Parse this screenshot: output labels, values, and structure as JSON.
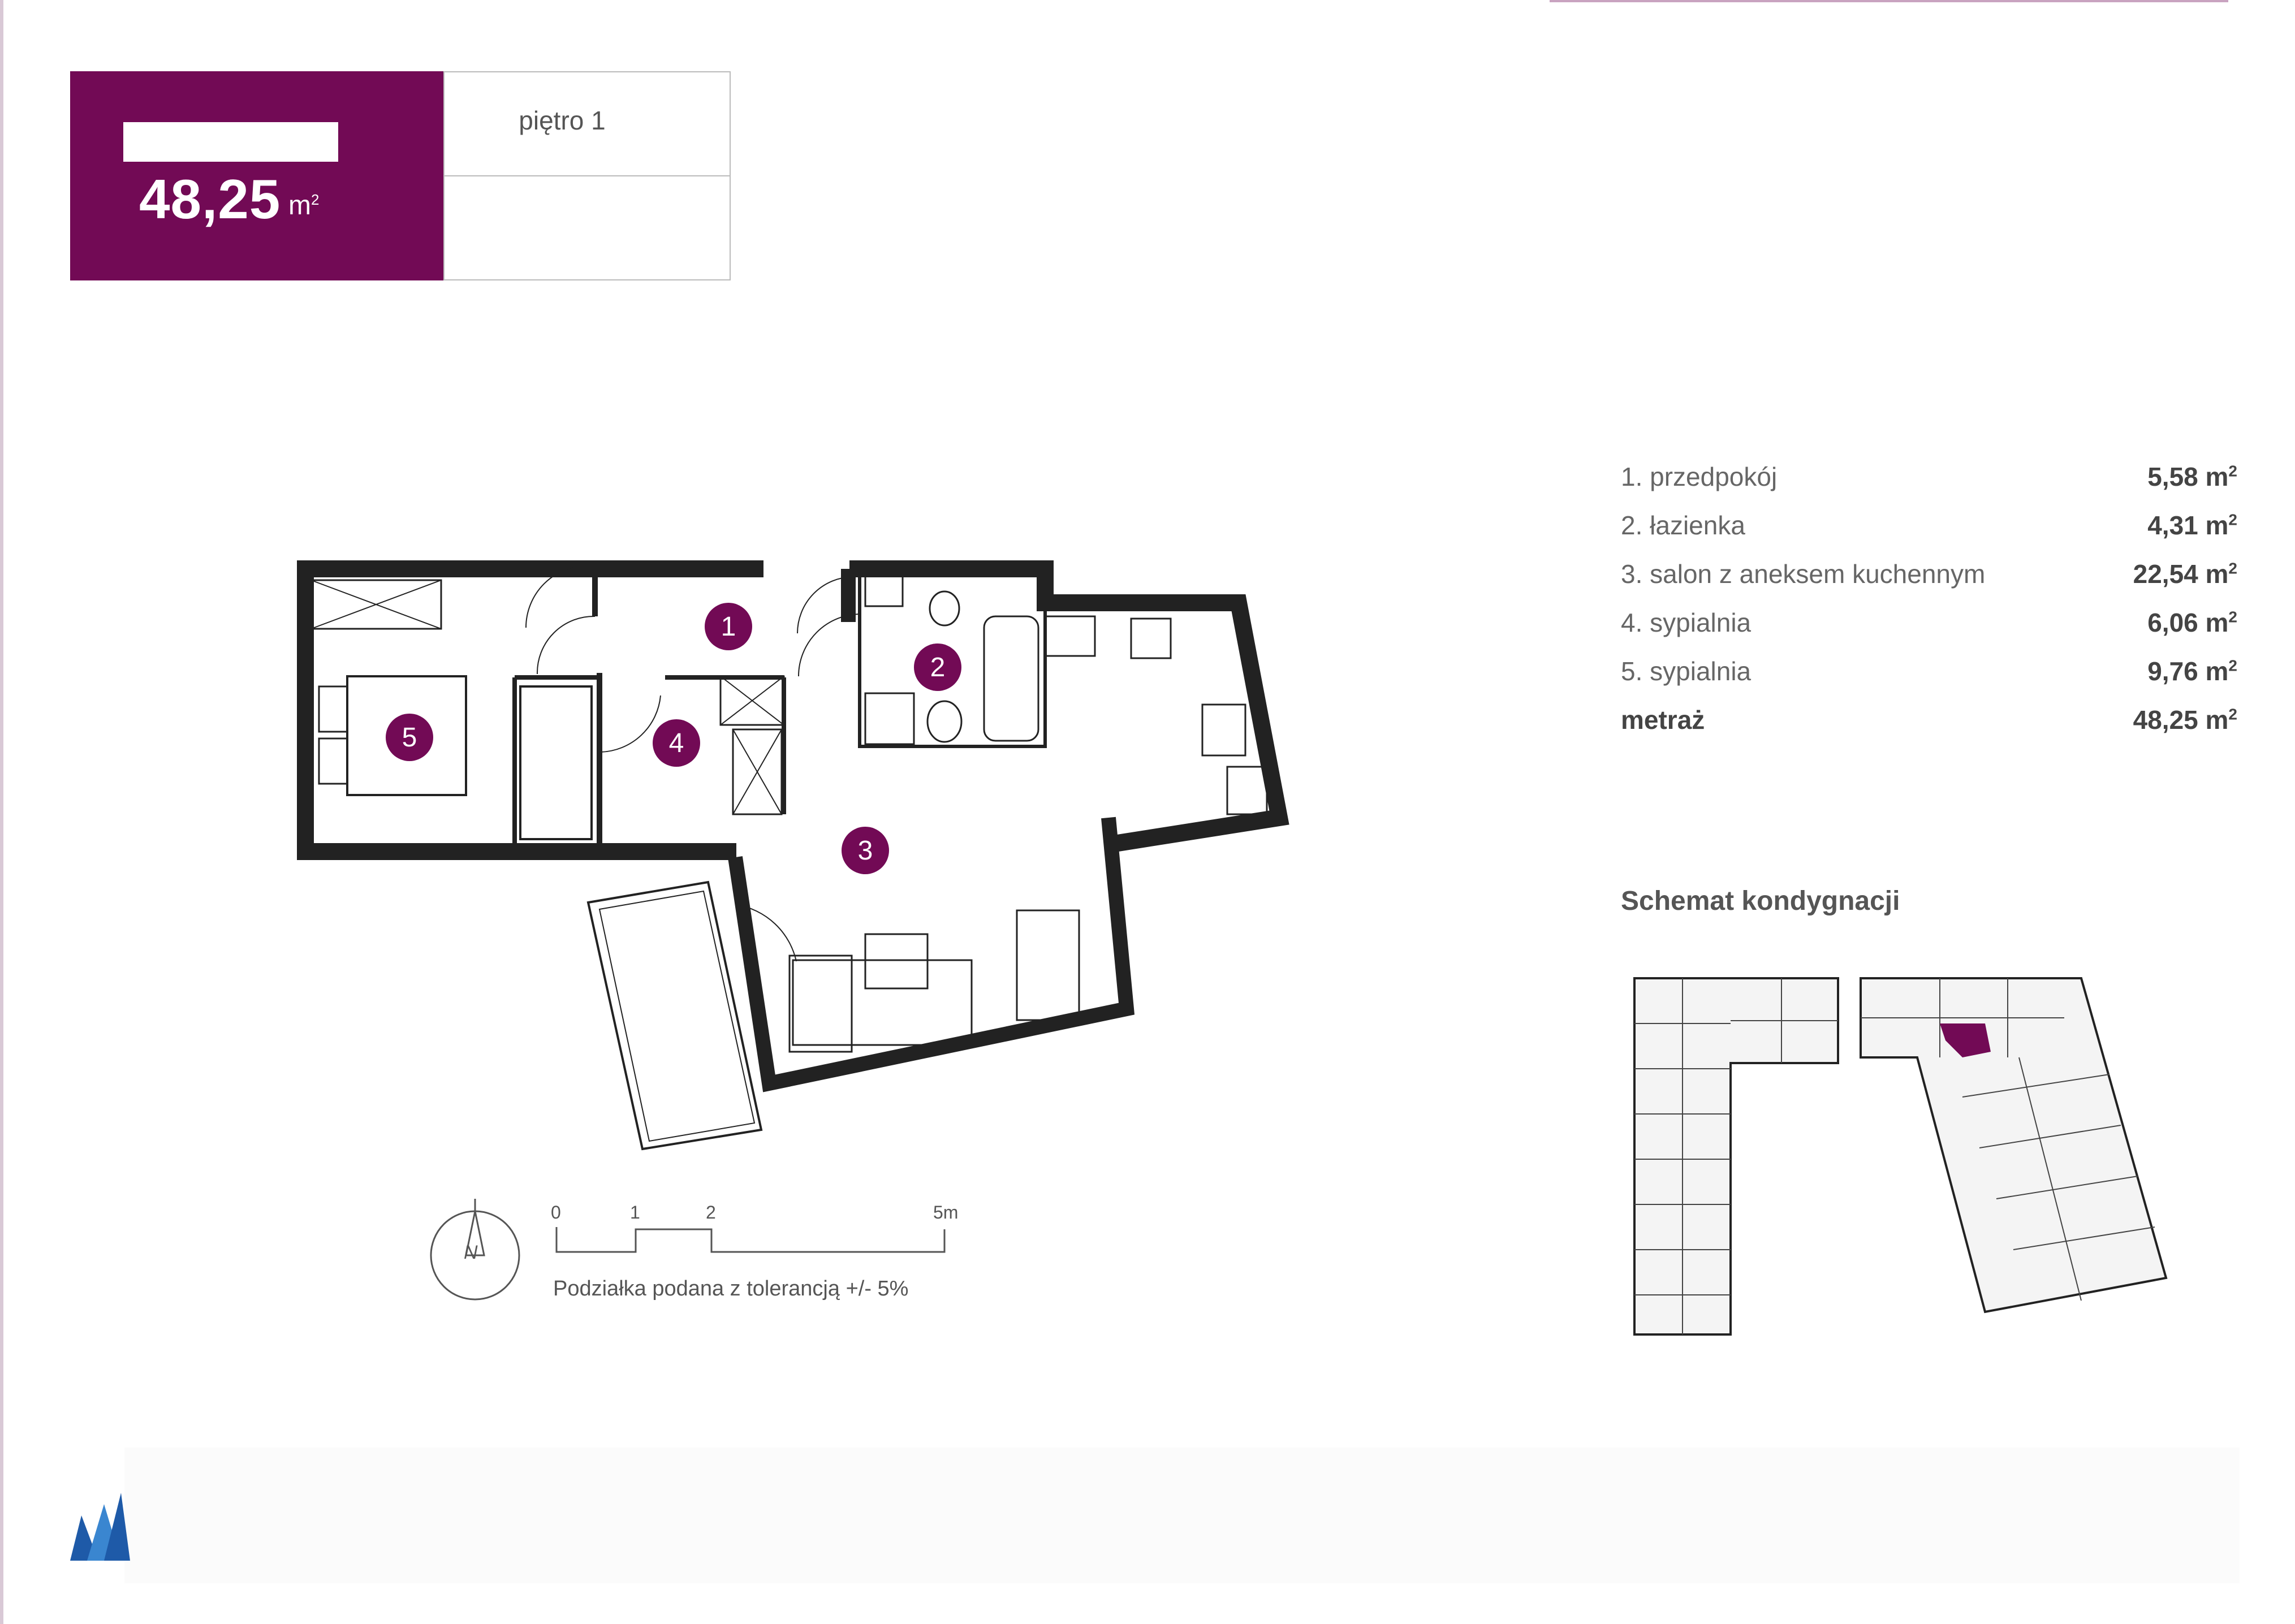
{
  "header": {
    "area_value": "48,25",
    "area_unit": "m",
    "area_unit_sup": "2",
    "floor": "piętro 1"
  },
  "plan": {
    "room_markers": [
      "1",
      "2",
      "3",
      "4",
      "5"
    ],
    "accent_color": "#720a55"
  },
  "scale": {
    "ticks": [
      "0",
      "1",
      "2",
      "5m"
    ],
    "north": "N",
    "note": "Podziałka podana z tolerancją +/- 5%"
  },
  "rooms": [
    {
      "label": "1. przedpokój",
      "value": "5,58 m",
      "sup": "2"
    },
    {
      "label": "2. łazienka",
      "value": "4,31 m",
      "sup": "2"
    },
    {
      "label": "3. salon z aneksem kuchennym",
      "value": "22,54 m",
      "sup": "2"
    },
    {
      "label": "4. sypialnia",
      "value": "6,06 m",
      "sup": "2"
    },
    {
      "label": "5. sypialnia",
      "value": "9,76 m",
      "sup": "2"
    },
    {
      "label": "metraż",
      "value": "48,25 m",
      "sup": "2"
    }
  ],
  "schematic": {
    "title": "Schemat kondygnacji",
    "highlight_color": "#720a55"
  },
  "logo": {
    "icon": "developer-logo-icon"
  }
}
